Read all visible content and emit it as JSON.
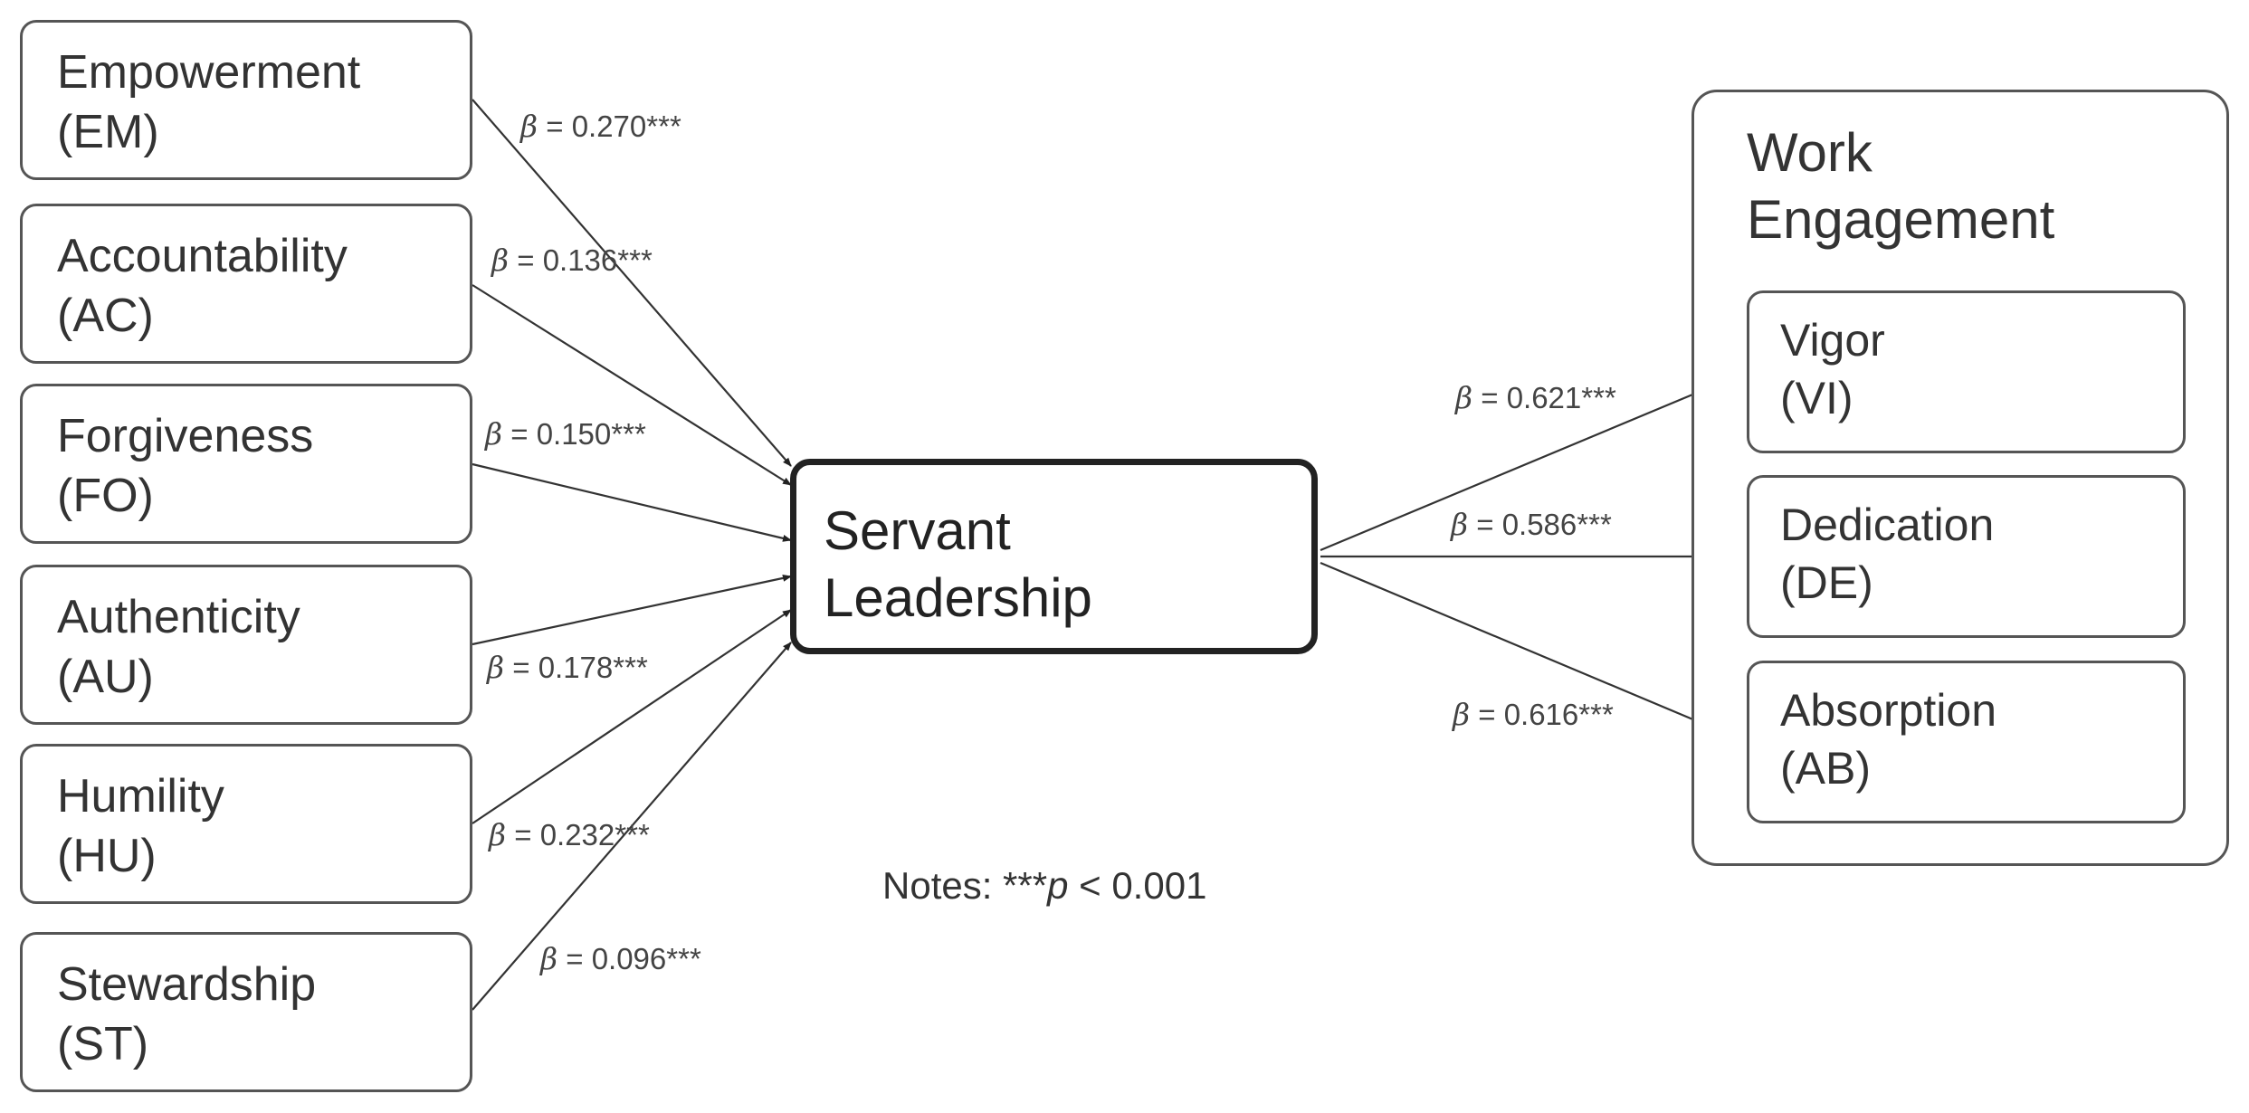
{
  "dimensions": [
    {
      "name": "Empowerment",
      "abbr": "(EM)",
      "beta": "0.270***"
    },
    {
      "name": "Accountability",
      "abbr": "(AC)",
      "beta": "0.136***"
    },
    {
      "name": "Forgiveness",
      "abbr": "(FO)",
      "beta": "0.150***"
    },
    {
      "name": "Authenticity",
      "abbr": "(AU)",
      "beta": "0.178***"
    },
    {
      "name": "Humility",
      "abbr": "(HU)",
      "beta": "0.232***"
    },
    {
      "name": "Stewardship",
      "abbr": "(ST)",
      "beta": "0.096***"
    }
  ],
  "central": {
    "line1": "Servant",
    "line2": "Leadership"
  },
  "outcome_group": {
    "line1": "Work",
    "line2": "Engagement"
  },
  "outcomes": [
    {
      "name": "Vigor",
      "abbr": "(VI)",
      "beta": "0.621***"
    },
    {
      "name": "Dedication",
      "abbr": "(DE)",
      "beta": "0.586***"
    },
    {
      "name": "Absorption",
      "abbr": "(AB)",
      "beta": "0.616***"
    }
  ],
  "beta_symbol": "β",
  "beta_equals": " = ",
  "notes": {
    "prefix": "Notes: ***",
    "p_symbol": "p",
    "suffix": " < 0.001"
  },
  "colors": {
    "line": "#333333",
    "box_border": "#555555",
    "central_border": "#222222"
  }
}
